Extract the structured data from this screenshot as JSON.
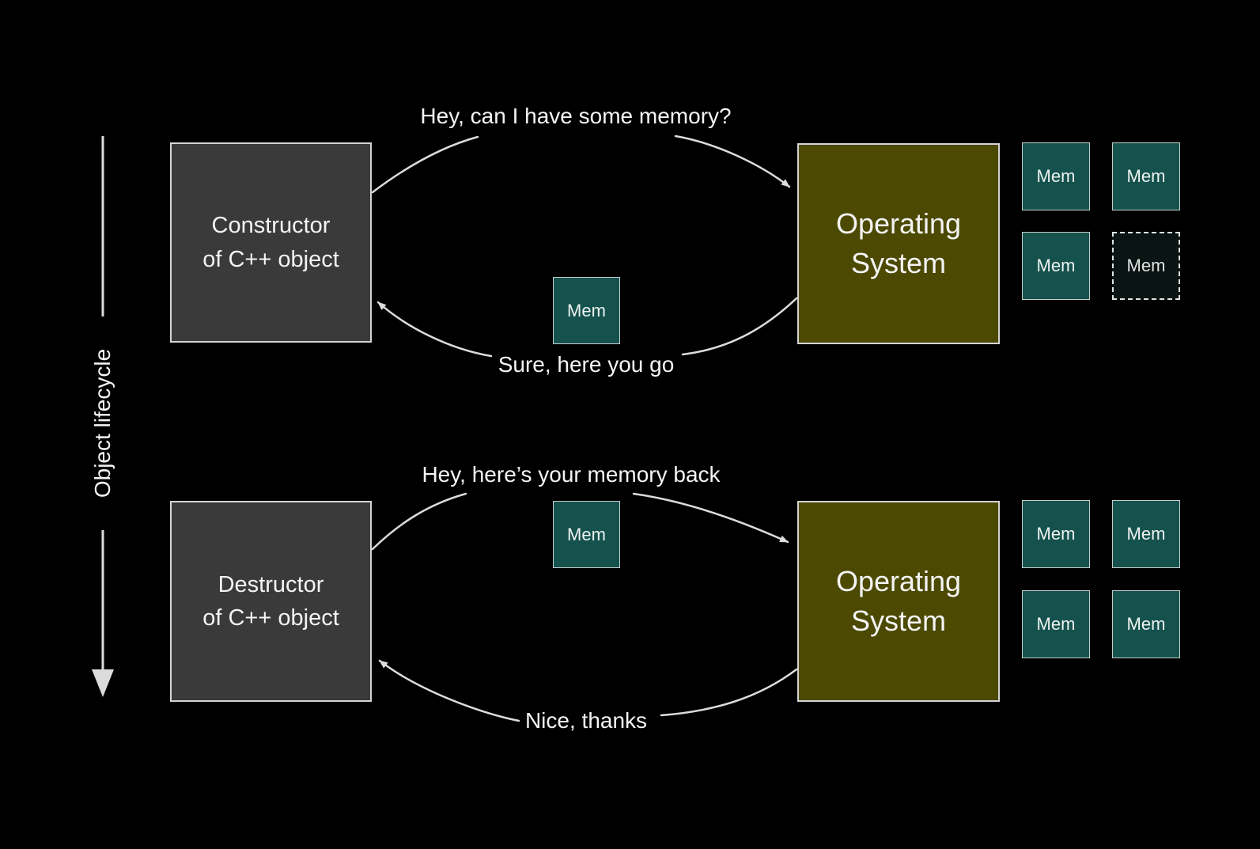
{
  "colors": {
    "background": "#000000",
    "object_box": "#3a3a3a",
    "os_box": "#4c4903",
    "mem_box": "#15524d",
    "mem_empty": "#0a1413",
    "line": "#dcdcdc",
    "text": "#f4f4f4"
  },
  "lifecycle": {
    "label": "Object lifecycle"
  },
  "top_flow": {
    "left_box": {
      "label": "Constructor\nof C++ object"
    },
    "right_box": {
      "label": "Operating\nSystem"
    },
    "request_label": "Hey, can I have some memory?",
    "response_label": "Sure, here you go",
    "transfer_mem": {
      "label": "Mem"
    },
    "os_memory_grid": {
      "cells": [
        {
          "label": "Mem",
          "style": "solid"
        },
        {
          "label": "Mem",
          "style": "solid"
        },
        {
          "label": "Mem",
          "style": "solid"
        },
        {
          "label": "Mem",
          "style": "dashed"
        }
      ]
    }
  },
  "bottom_flow": {
    "left_box": {
      "label": "Destructor\nof C++ object"
    },
    "right_box": {
      "label": "Operating\nSystem"
    },
    "request_label": "Hey, here’s your memory back",
    "response_label": "Nice, thanks",
    "transfer_mem": {
      "label": "Mem"
    },
    "os_memory_grid": {
      "cells": [
        {
          "label": "Mem",
          "style": "solid"
        },
        {
          "label": "Mem",
          "style": "solid"
        },
        {
          "label": "Mem",
          "style": "solid"
        },
        {
          "label": "Mem",
          "style": "solid"
        }
      ]
    }
  }
}
